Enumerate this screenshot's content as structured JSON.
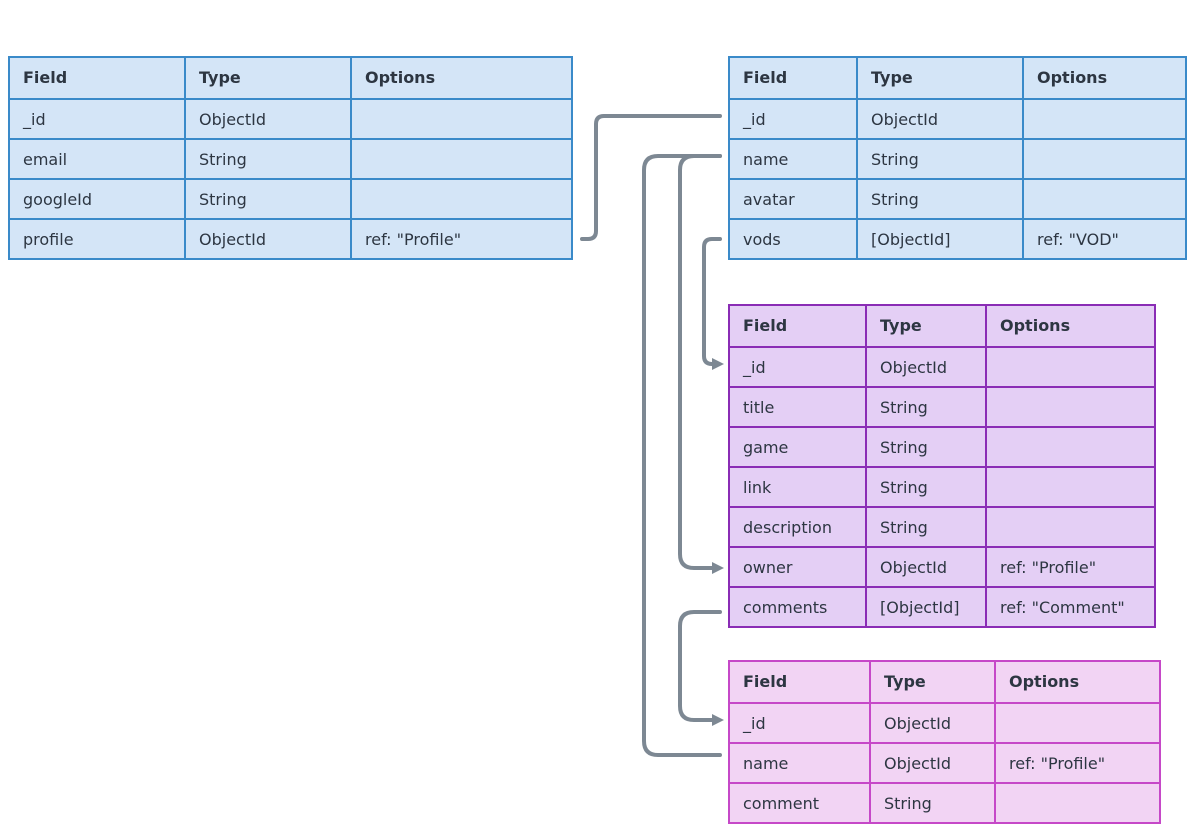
{
  "header_labels": {
    "field": "Field",
    "type": "Type",
    "options": "Options"
  },
  "colors": {
    "blue_fill": "#d4e5f7",
    "blue_border": "#3a8ac9",
    "purple_fill": "#e4cff5",
    "purple_border": "#8a2cb5",
    "pink_fill": "#f2d4f4",
    "pink_border": "#c648c8",
    "connector": "#7d8893",
    "text": "#2d3642"
  },
  "tables": {
    "user": {
      "rows": [
        {
          "field": "_id",
          "type": "ObjectId",
          "options": ""
        },
        {
          "field": "email",
          "type": "String",
          "options": ""
        },
        {
          "field": "googleId",
          "type": "String",
          "options": ""
        },
        {
          "field": "profile",
          "type": "ObjectId",
          "options": "ref: \"Profile\""
        }
      ]
    },
    "profile": {
      "rows": [
        {
          "field": "_id",
          "type": "ObjectId",
          "options": ""
        },
        {
          "field": "name",
          "type": "String",
          "options": ""
        },
        {
          "field": "avatar",
          "type": "String",
          "options": ""
        },
        {
          "field": "vods",
          "type": "[ObjectId]",
          "options": "ref: \"VOD\""
        }
      ]
    },
    "vod": {
      "rows": [
        {
          "field": "_id",
          "type": "ObjectId",
          "options": ""
        },
        {
          "field": "title",
          "type": "String",
          "options": ""
        },
        {
          "field": "game",
          "type": "String",
          "options": ""
        },
        {
          "field": "link",
          "type": "String",
          "options": ""
        },
        {
          "field": "description",
          "type": "String",
          "options": ""
        },
        {
          "field": "owner",
          "type": "ObjectId",
          "options": "ref: \"Profile\""
        },
        {
          "field": "comments",
          "type": "[ObjectId]",
          "options": "ref: \"Comment\""
        }
      ]
    },
    "comment": {
      "rows": [
        {
          "field": "_id",
          "type": "ObjectId",
          "options": ""
        },
        {
          "field": "name",
          "type": "ObjectId",
          "options": "ref: \"Profile\""
        },
        {
          "field": "comment",
          "type": "String",
          "options": ""
        }
      ]
    }
  }
}
